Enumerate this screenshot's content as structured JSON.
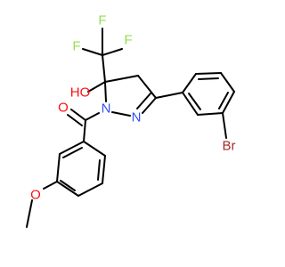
{
  "molecule": {
    "atom_labels": {
      "fluorine_1": "F",
      "fluorine_2": "F",
      "fluorine_3": "F",
      "hydroxyl": "HO",
      "carbonyl_oxygen": "O",
      "ring_nitrogen_1": "N",
      "ring_nitrogen_2": "N",
      "bromine": "Br",
      "methoxy_oxygen": "O"
    },
    "colors": {
      "bond": "#000000",
      "oxygen": "#ff0d0d",
      "nitrogen": "#3050f8",
      "fluorine": "#90e050",
      "bromine": "#a62929",
      "background": "#ffffff"
    }
  }
}
